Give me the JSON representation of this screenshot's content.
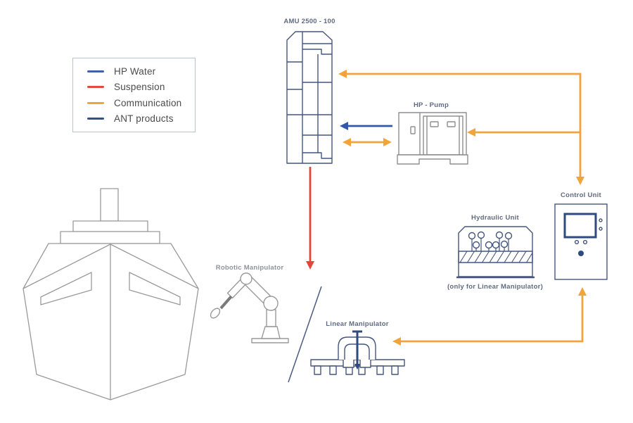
{
  "legend": {
    "items": [
      {
        "label": "HP Water",
        "color": "#3f62a8"
      },
      {
        "label": "Suspension",
        "color": "#e2493f"
      },
      {
        "label": "Communication",
        "color": "#f0a43c"
      },
      {
        "label": "ANT products",
        "color": "#32508c"
      }
    ]
  },
  "nodes": {
    "amu": {
      "label": "AMU 2500 - 100"
    },
    "pump": {
      "label": "HP - Pump"
    },
    "control": {
      "label": "Control Unit"
    },
    "hydraulic": {
      "label": "Hydraulic Unit",
      "caption": "(only for Linear Manipulator)"
    },
    "robotic": {
      "label": "Robotic Manipulator"
    },
    "linear": {
      "label": "Linear Manipulator"
    }
  },
  "colors": {
    "hp_water_line": "#3f62a8",
    "suspension_line": "#e2463c",
    "communication_line": "#f2a43c",
    "ant_outline": "#44557e",
    "ant_dark": "#2e4a80",
    "third_party_gray": "#9a9a9a",
    "label_slate": "#5f6b80",
    "label_gray": "#8f9399"
  }
}
